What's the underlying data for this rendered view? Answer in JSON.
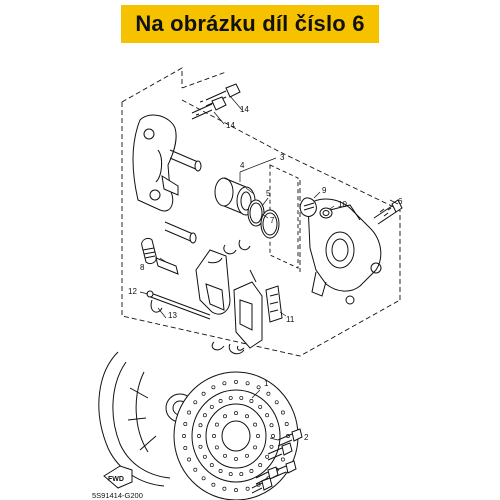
{
  "banner": {
    "text": "Na obrázku díl číslo 6",
    "background": "#f6c200"
  },
  "diagram": {
    "part_numbers": [
      "1",
      "2",
      "3",
      "4",
      "5",
      "6",
      "7",
      "8",
      "9",
      "10",
      "11",
      "12",
      "13",
      "14",
      "14"
    ],
    "catalog_code": "5S91414-G200",
    "direction_badge": "FWD",
    "line_color": "#111111"
  }
}
